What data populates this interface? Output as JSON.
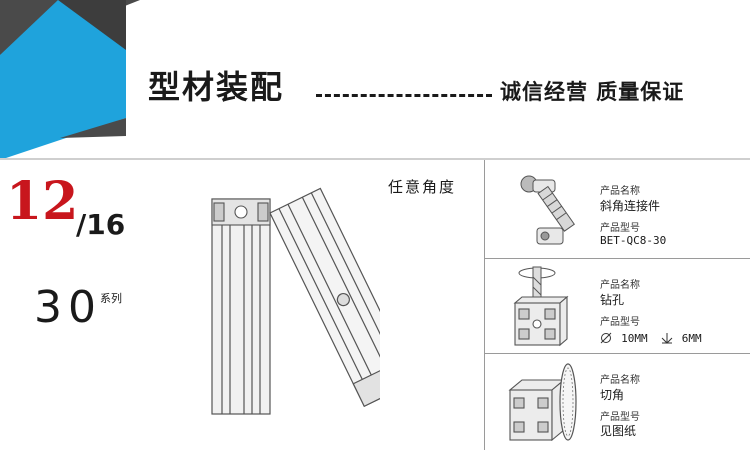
{
  "header": {
    "title": "型材装配",
    "slogan": "诚信经营 质量保证"
  },
  "badge": {
    "page": "12",
    "total": "/16",
    "series_number": "30",
    "series_label": "系列"
  },
  "main": {
    "angle_label": "任意角度"
  },
  "specs": [
    {
      "name_label": "产品名称",
      "name": "斜角连接件",
      "model_label": "产品型号",
      "model": "BET-QC8-30"
    },
    {
      "name_label": "产品名称",
      "name": "钻孔",
      "model_label": "产品型号",
      "model_a": "10MM",
      "model_b": "6MM"
    },
    {
      "name_label": "产品名称",
      "name": "切角",
      "model_label": "产品型号",
      "model": "见图纸"
    }
  ],
  "colors": {
    "accent_blue": "#1fa3dc",
    "dark_gray": "#4a4a4a",
    "page_red": "#c8161d"
  },
  "icons": [
    "diameter-icon",
    "depth-icon"
  ]
}
